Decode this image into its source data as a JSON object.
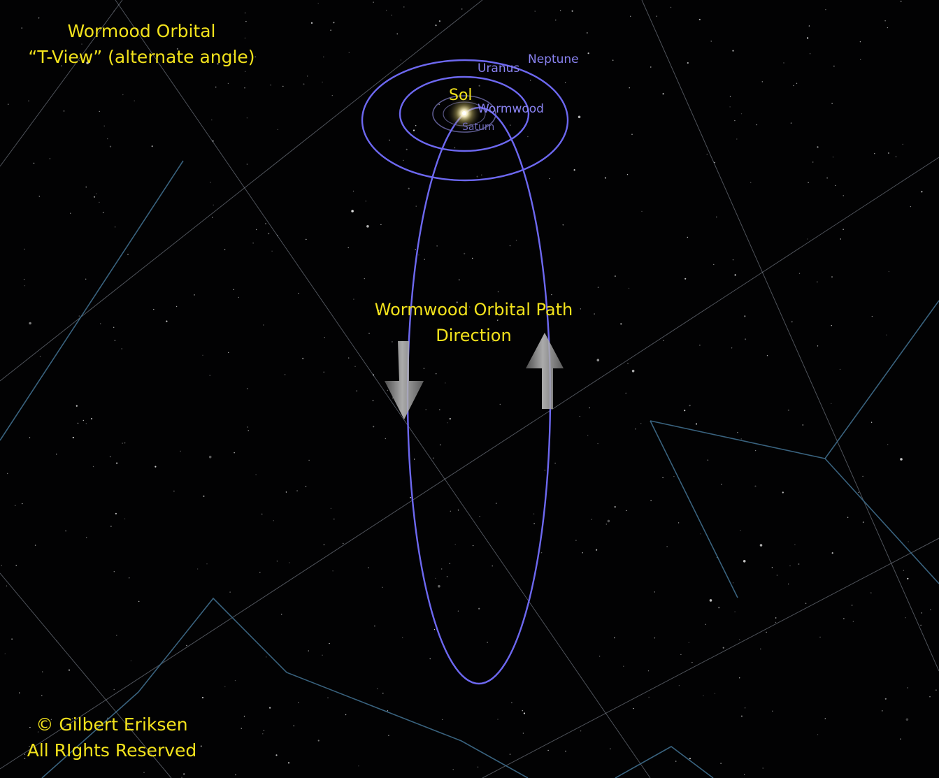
{
  "title": {
    "line1": "Wormood Orbital",
    "line2": "“T-View”  (alternate angle)"
  },
  "labels": {
    "sun": "Sol",
    "path_line1": "Wormwood Orbital Path",
    "path_line2": "Direction"
  },
  "planets": {
    "neptune": "Neptune",
    "uranus": "Uranus",
    "wormwood": "Wormwood",
    "saturn": "Saturn"
  },
  "copyright": {
    "line1": "© Gilbert Eriksen",
    "line2": "All RIghts Reserved"
  },
  "colors": {
    "background": "#020203",
    "label_yellow": "#f2e21c",
    "orbit_blue": "#6d68f0",
    "constellation_blue": "#3f6d8c",
    "grid_grey": "#8e96a2",
    "arrow_grey": "#9c9c9c"
  }
}
